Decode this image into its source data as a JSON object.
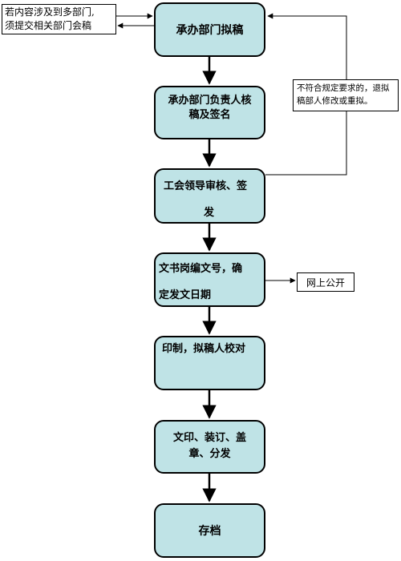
{
  "nodes": {
    "n1": {
      "label": "承办部门拟稿"
    },
    "n2": {
      "line1": "承办部门负责人核",
      "line2": "稿及签名"
    },
    "n3": {
      "line1": "工会领导审核、签",
      "line2": "发"
    },
    "n4": {
      "line1": "文书岗编文号，确",
      "line2": "定发文日期"
    },
    "n5": {
      "label": "印制，拟稿人校对"
    },
    "n6": {
      "line1": "文印、装订、盖",
      "line2": "章、分发"
    },
    "n7": {
      "label": "存档"
    }
  },
  "notes": {
    "multi_dept": {
      "line1": "若内容涉及到多部门,",
      "line2": "须提交相关部门会稿"
    },
    "reject": {
      "line1": "不符合规定要求的，退拟",
      "line2": "稿部人修改或重拟。"
    },
    "publish": {
      "label": "网上公开"
    }
  },
  "colors": {
    "box_fill": "#bfe3e6",
    "border": "#000000"
  }
}
